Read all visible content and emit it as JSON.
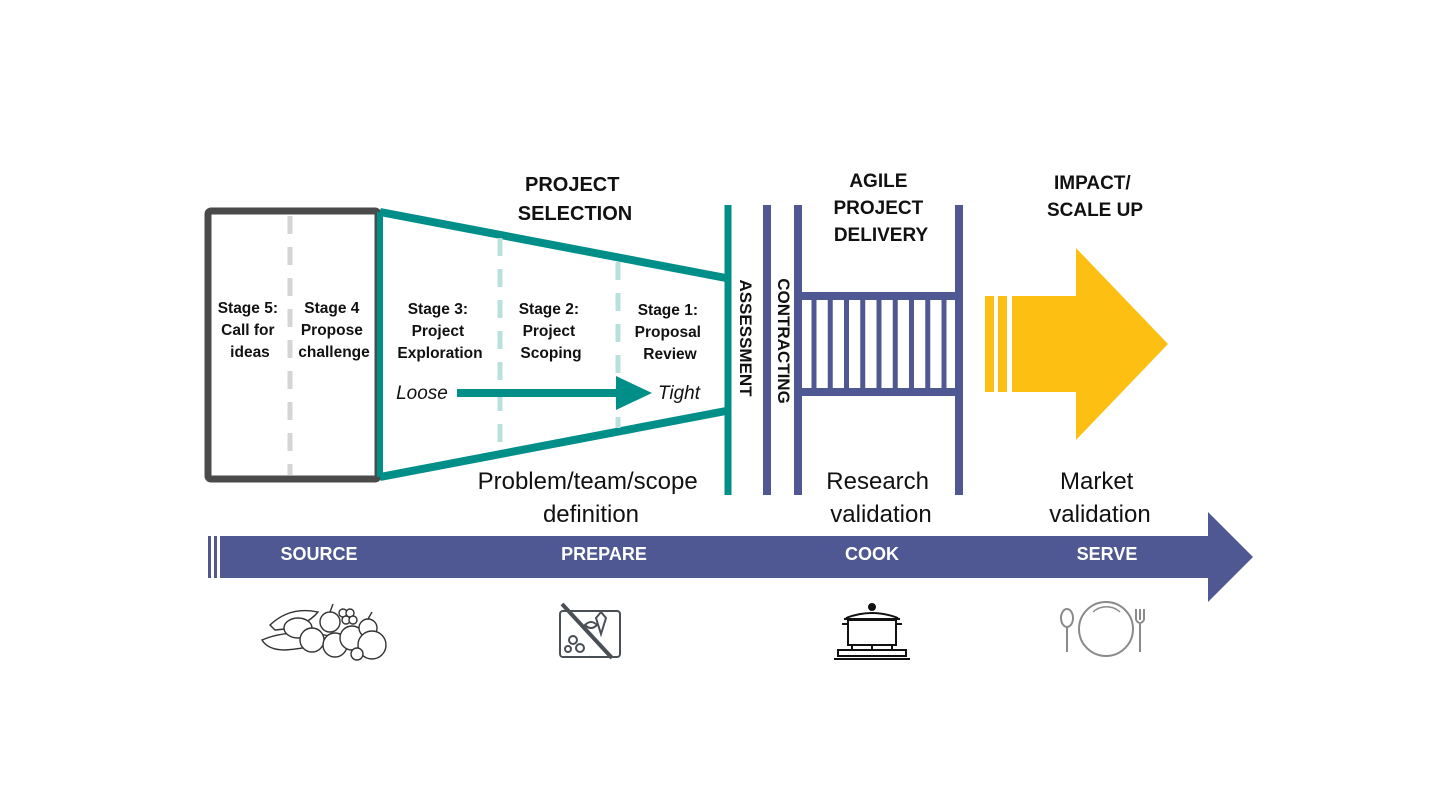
{
  "headers": {
    "project_selection": [
      "PROJECT",
      "SELECTION"
    ],
    "agile_delivery": [
      "AGILE",
      "PROJECT",
      "DELIVERY"
    ],
    "impact": [
      "IMPACT/",
      "SCALE UP"
    ]
  },
  "stages": {
    "stage5": [
      "Stage 5:",
      "Call for",
      "ideas"
    ],
    "stage4": [
      "Stage 4",
      "Propose",
      "challenge"
    ],
    "stage3": [
      "Stage 3:",
      "Project",
      "Exploration"
    ],
    "stage2": [
      "Stage 2:",
      "Project",
      "Scoping"
    ],
    "stage1": [
      "Stage 1:",
      "Proposal",
      "Review"
    ]
  },
  "funnel": {
    "loose": "Loose",
    "tight": "Tight"
  },
  "gates": {
    "assessment": "ASSESSMENT",
    "contracting": "CONTRACTING"
  },
  "validation": {
    "problem": [
      "Problem/team/scope",
      "definition"
    ],
    "research": [
      "Research",
      "validation"
    ],
    "market": [
      "Market",
      "validation"
    ]
  },
  "phases": {
    "source": "SOURCE",
    "prepare": "PREPARE",
    "cook": "COOK",
    "serve": "SERVE"
  },
  "icons": {
    "source": "fruits-vegetables-icon",
    "prepare": "cutting-board-icon",
    "cook": "cooking-pot-icon",
    "serve": "plate-cutlery-icon"
  },
  "colors": {
    "teal": "#008F88",
    "navy": "#4F5892",
    "dark": "#4A4A4A",
    "yellow": "#FCBF12"
  }
}
